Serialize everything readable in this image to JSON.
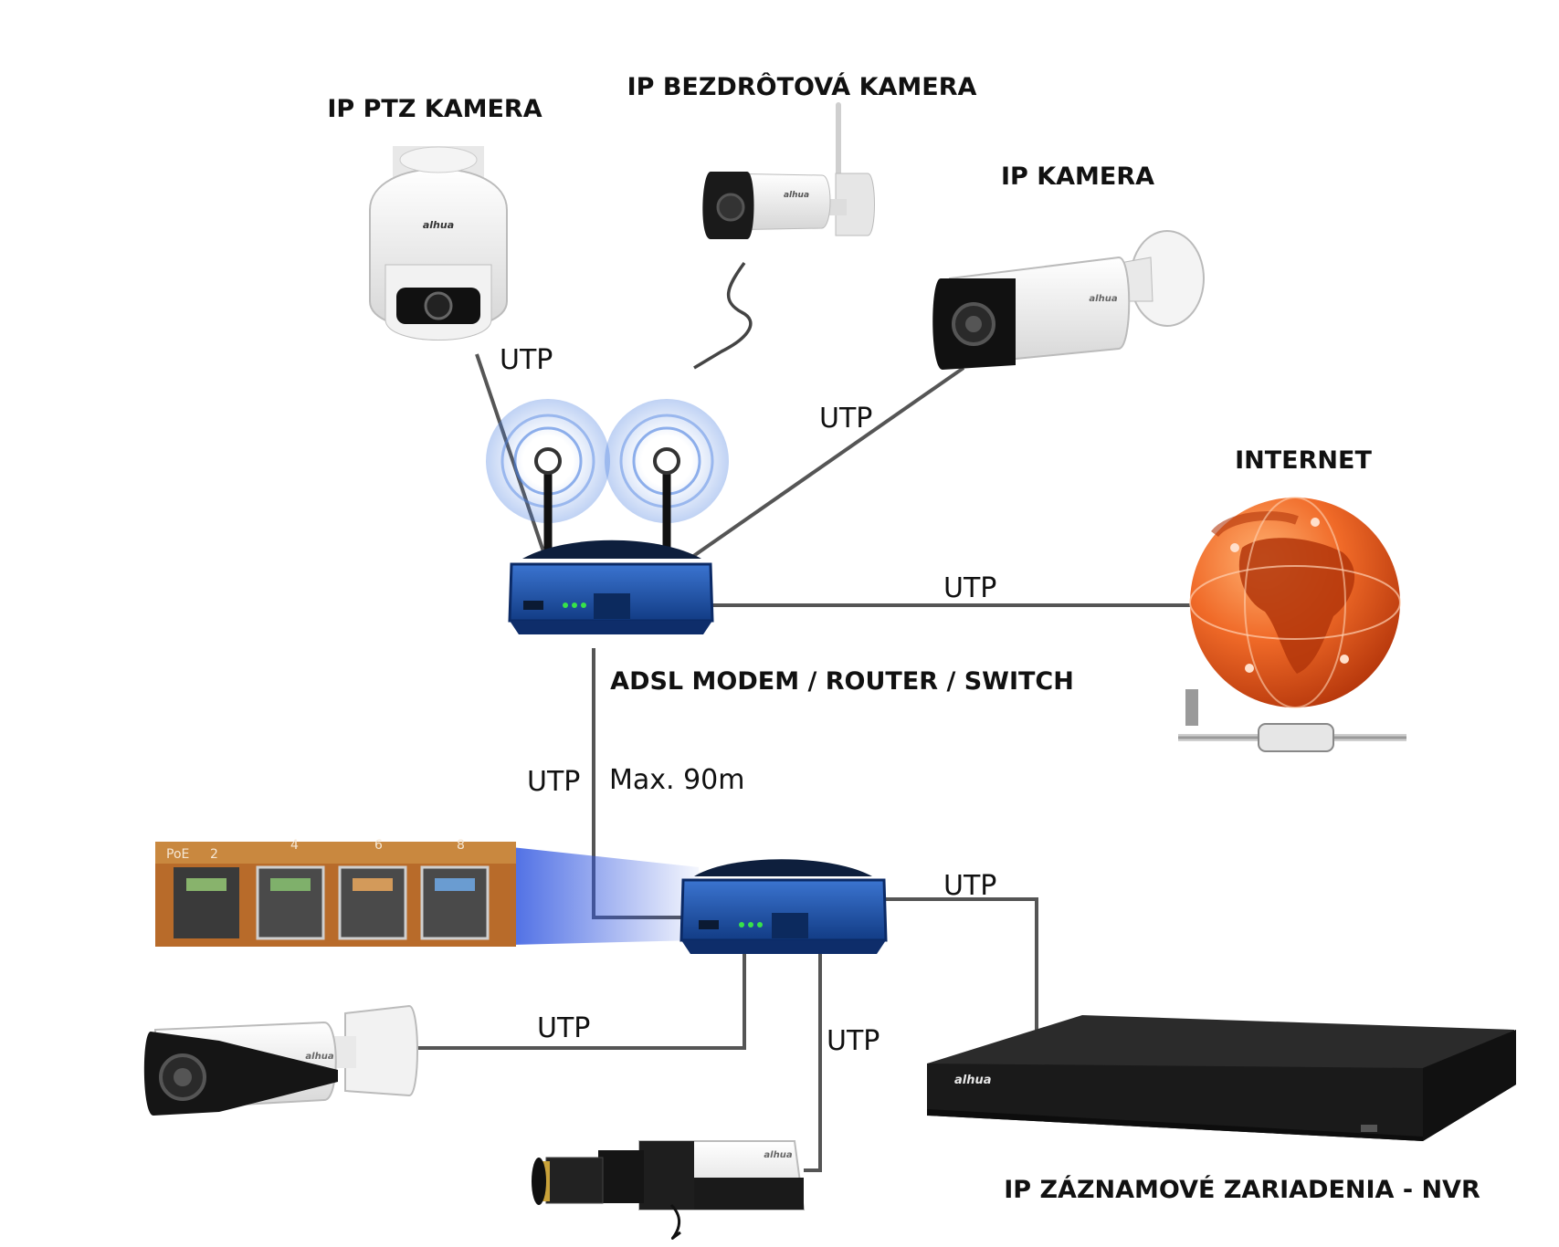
{
  "labels": {
    "ptz_camera": "IP PTZ KAMERA",
    "wireless_camera": "IP BEZDRÔTOVÁ KAMERA",
    "ip_camera": "IP KAMERA",
    "internet": "INTERNET",
    "router": "ADSL MODEM / ROUTER / SWITCH",
    "nvr": "IP ZÁZNAMOVÉ ZARIADENIA - NVR"
  },
  "connections": {
    "ptz_to_router": "UTP",
    "camera_to_router": "UTP",
    "router_to_internet": "UTP",
    "router_to_switch": "UTP",
    "router_to_switch_distance": "Max. 90m",
    "switch_to_nvr": "UTP",
    "switch_to_bullet": "UTP",
    "switch_to_box": "UTP"
  },
  "switch_ports": {
    "labels": [
      "PoE",
      "2",
      "4",
      "6",
      "8"
    ]
  },
  "brand": "alhua",
  "colors": {
    "router_blue": "#1c4fa3",
    "globe_orange": "#e8591c",
    "wire_gray": "#555555",
    "camera_white": "#f0f0f0",
    "nvr_black": "#1a1a1a"
  }
}
